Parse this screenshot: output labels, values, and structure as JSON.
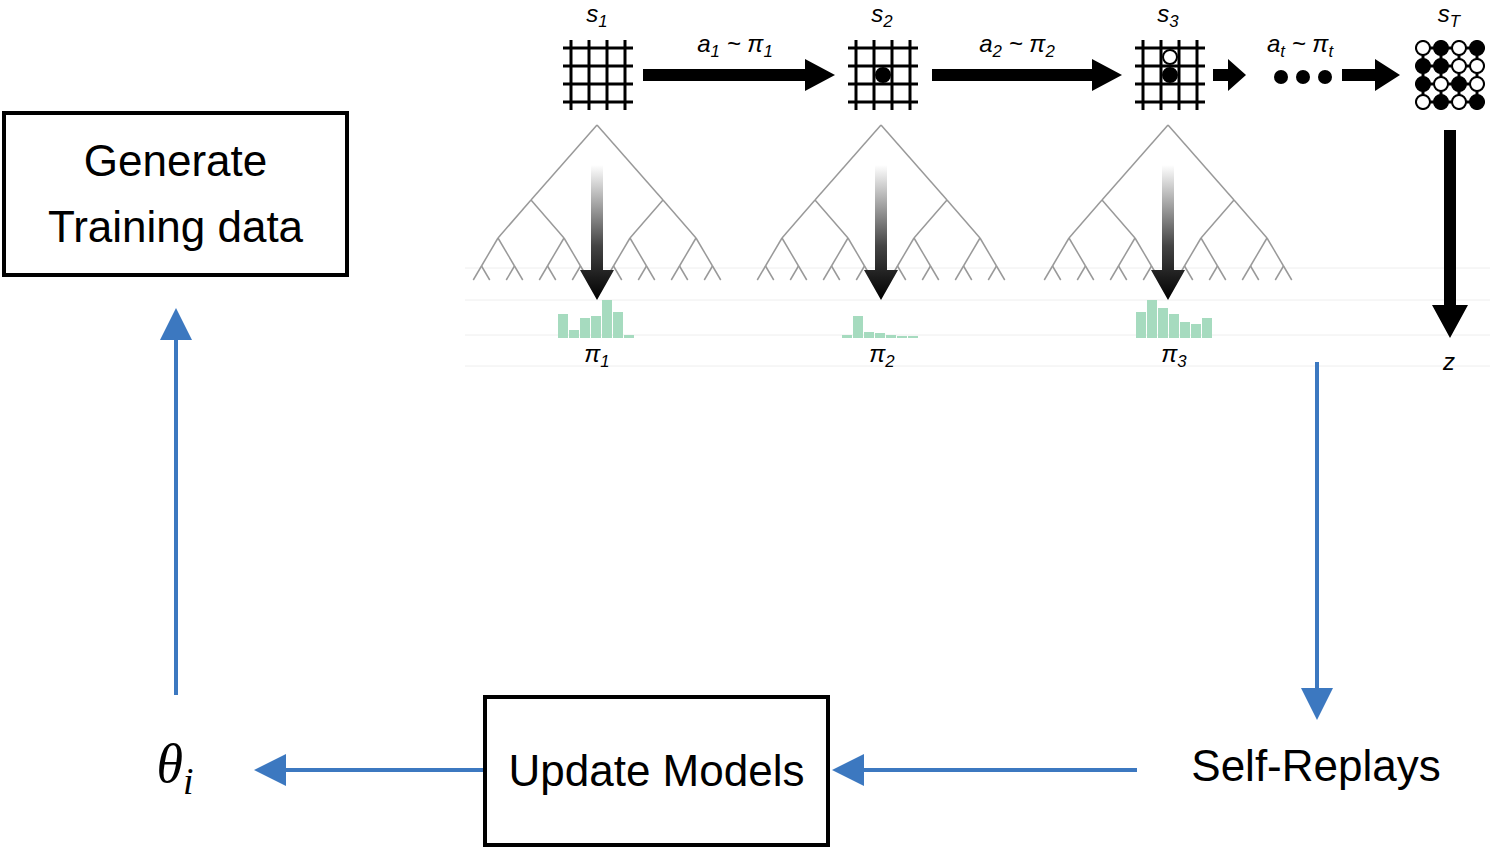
{
  "diagram": {
    "nodes": [
      {
        "text": [
          "Generate Training data"
        ]
      },
      {
        "text": [
          "Update Models"
        ]
      }
    ],
    "labels": [
      "s1",
      "a1 ~ π1",
      "s2",
      "a2 ~ π2",
      "s3",
      "at ~ πt",
      "sT",
      "π1",
      "π2",
      "π3",
      "z",
      "Self-Replays",
      "θi"
    ]
  }
}
